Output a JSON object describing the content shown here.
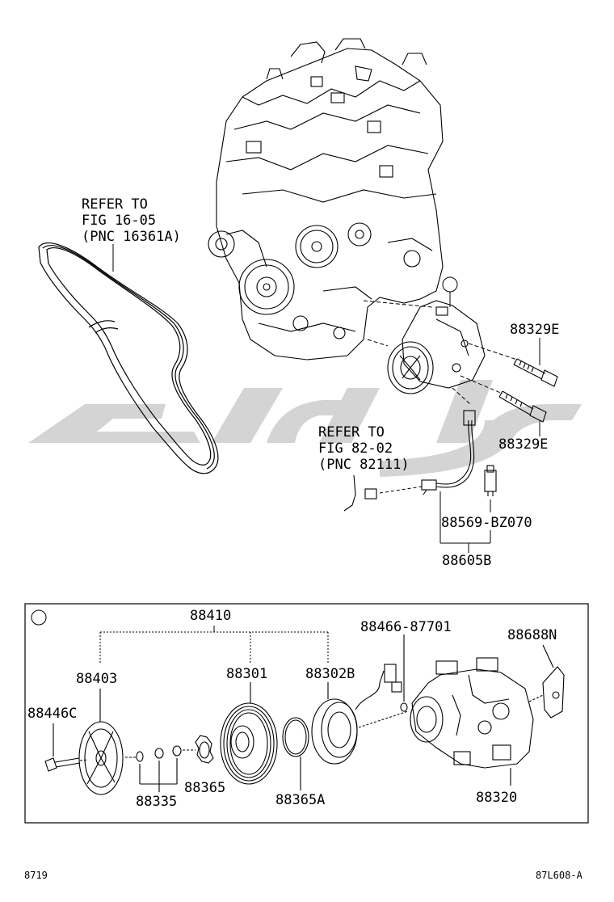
{
  "refs": {
    "belt": [
      "REFER TO",
      "FIG 16-05",
      "(PNC 16361A)"
    ],
    "harness": [
      "REFER TO",
      "FIG 82-02",
      "(PNC 82111)"
    ]
  },
  "parts": {
    "bolt_upper": "88329E",
    "bolt_lower": "88329E",
    "pressure_switch": "88569-BZ070",
    "wire_assembly": "88605B",
    "clutch_assembly": "88410",
    "pressure_plate": "88403",
    "bolt_clutch": "88446C",
    "pulley": "88301",
    "stator": "88302B",
    "shims": "88335",
    "snap_ring": "88365",
    "snap_ring_a": "88365A",
    "connector": "88466-87701",
    "bracket": "88688N",
    "compressor": "88320"
  },
  "callout_marker": "①",
  "footer": {
    "left": "8719",
    "right": "87L608-A"
  },
  "colors": {
    "line": "#000000",
    "watermark": "#d4d4d4"
  }
}
